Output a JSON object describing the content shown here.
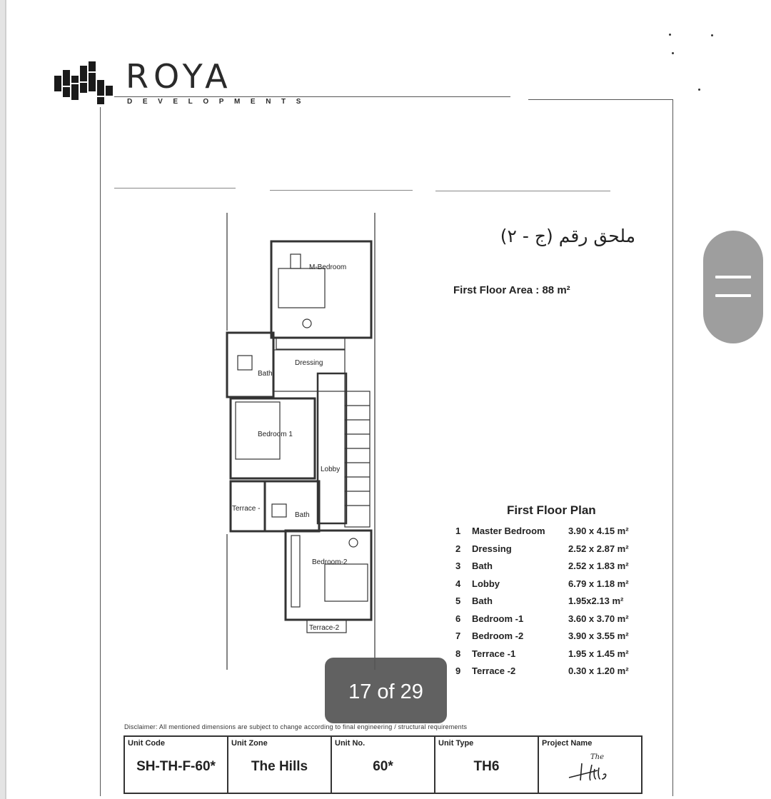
{
  "brand": {
    "name": "ROYA",
    "tagline": "DEVELOPMENTS"
  },
  "annex_title": "ملحق رقم (ج - ٢)",
  "first_floor_area": "First Floor Area : 88 m²",
  "plan_labels": {
    "m_bedroom": "M-Bedroom",
    "dressing": "Dressing",
    "bath_upper": "Bath",
    "bedroom_1": "Bedroom 1",
    "lobby": "Lobby",
    "terrace_1": "Terrace -",
    "bath_lower": "Bath",
    "bedroom_2": "Bedroom-2",
    "terrace_2": "Terrace-2"
  },
  "floor_plan": {
    "title": "First Floor Plan",
    "rooms": [
      {
        "num": "1",
        "name": "Master Bedroom",
        "dims": "3.90 x 4.15 m²"
      },
      {
        "num": "2",
        "name": "Dressing",
        "dims": "2.52 x 2.87 m²"
      },
      {
        "num": "3",
        "name": "Bath",
        "dims": "2.52 x 1.83 m²"
      },
      {
        "num": "4",
        "name": "Lobby",
        "dims": "6.79 x 1.18 m²"
      },
      {
        "num": "5",
        "name": "Bath",
        "dims": "1.95x2.13 m²"
      },
      {
        "num": "6",
        "name": "Bedroom -1",
        "dims": "3.60 x 3.70 m²"
      },
      {
        "num": "7",
        "name": "Bedroom -2",
        "dims": "3.90 x 3.55 m²"
      },
      {
        "num": "8",
        "name": "Terrace -1",
        "dims": "1.95 x 1.45 m²"
      },
      {
        "num": "9",
        "name": "Terrace -2",
        "dims": "0.30 x 1.20 m²"
      }
    ]
  },
  "disclaimer": "Disclaimer: All mentioned dimensions are subject to change according to final engineering / structural requirements",
  "unit_info": {
    "unit_code_label": "Unit Code",
    "unit_code": "SH-TH-F-60*",
    "unit_zone_label": "Unit Zone",
    "unit_zone": "The Hills",
    "unit_no_label": "Unit No.",
    "unit_no": "60*",
    "unit_type_label": "Unit Type",
    "unit_type": "TH6",
    "project_name_label": "Project Name",
    "project_logo_text": "The Hills"
  },
  "viewer": {
    "page_counter": "17 of 29",
    "current_page": 17,
    "total_pages": 29
  },
  "colors": {
    "counter_bg": "#555555",
    "scroll_handle": "#9e9e9e"
  }
}
